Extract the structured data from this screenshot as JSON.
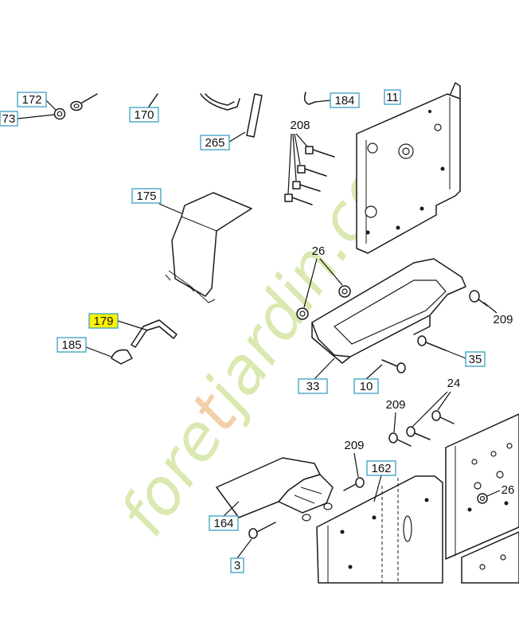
{
  "colors": {
    "callout_border": "#3a9fc4",
    "highlight": "#fff200",
    "watermark_green": "#d3e6a3",
    "watermark_orange": "#f2c79a"
  },
  "watermark": {
    "part1": "fore",
    "part2": "t",
    "part3": "jardin.com"
  },
  "labels": [
    "172",
    "73",
    "170",
    "265",
    "184",
    "11",
    "208",
    "175",
    "26",
    "179",
    "185",
    "209",
    "35",
    "33",
    "10",
    "24",
    "209",
    "209",
    "162",
    "26",
    "164",
    "3"
  ],
  "highlighted_label": "179"
}
